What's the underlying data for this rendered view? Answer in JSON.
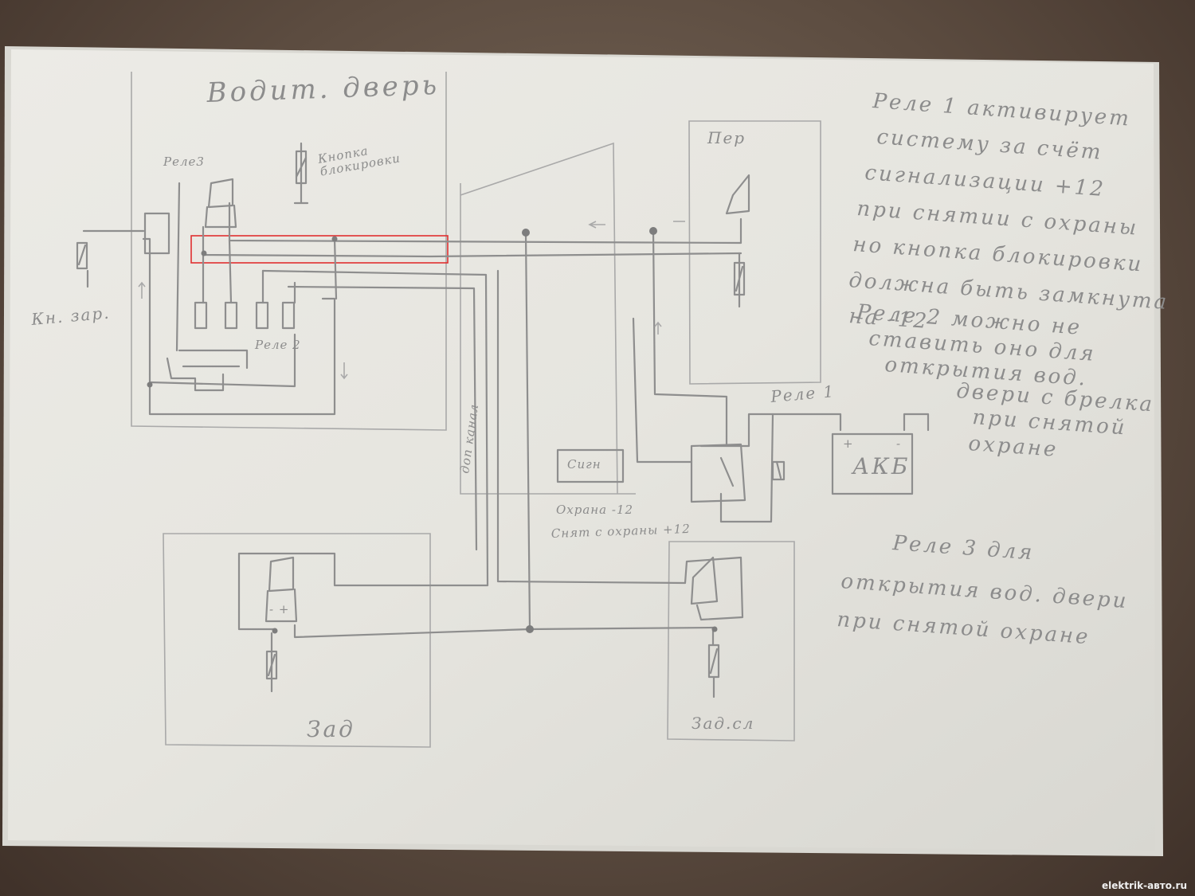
{
  "diagram": {
    "title": "Водит. дверь",
    "labels": {
      "rele3": "Реле3",
      "knopka": "Кнопка\nблокировки",
      "kn_zar": "Кн. зар.",
      "rele2": "Реле 2",
      "rele1": "Реле 1",
      "per": "Пер",
      "akb": "АКБ",
      "akb_plus": "+",
      "akb_minus": "-",
      "signal": "Сигн",
      "ohrana": "Охрана -12",
      "snyat": "Снят с охраны +12",
      "dop_kanal": "доп канал",
      "zad": "Зад",
      "zad_sled": "Зад.сл",
      "minus_plus": "- +"
    },
    "notes": {
      "note1": [
        "Реле 1 активирует",
        "систему за счёт",
        "сигнализации +12",
        "при снятии с охраны",
        "но кнопка блокировки",
        "должна быть замкнута",
        "на -12"
      ],
      "note2": [
        "Реле 2 можно не",
        "ставить оно для",
        "открытия вод.",
        "двери с брелка",
        "при снятой",
        "охране"
      ],
      "note3": [
        "Реле 3 для",
        "открытия вод. двери",
        "при снятой охране"
      ]
    },
    "highlight_color": "#e03030"
  },
  "watermark": "elektrik-авто.ru"
}
